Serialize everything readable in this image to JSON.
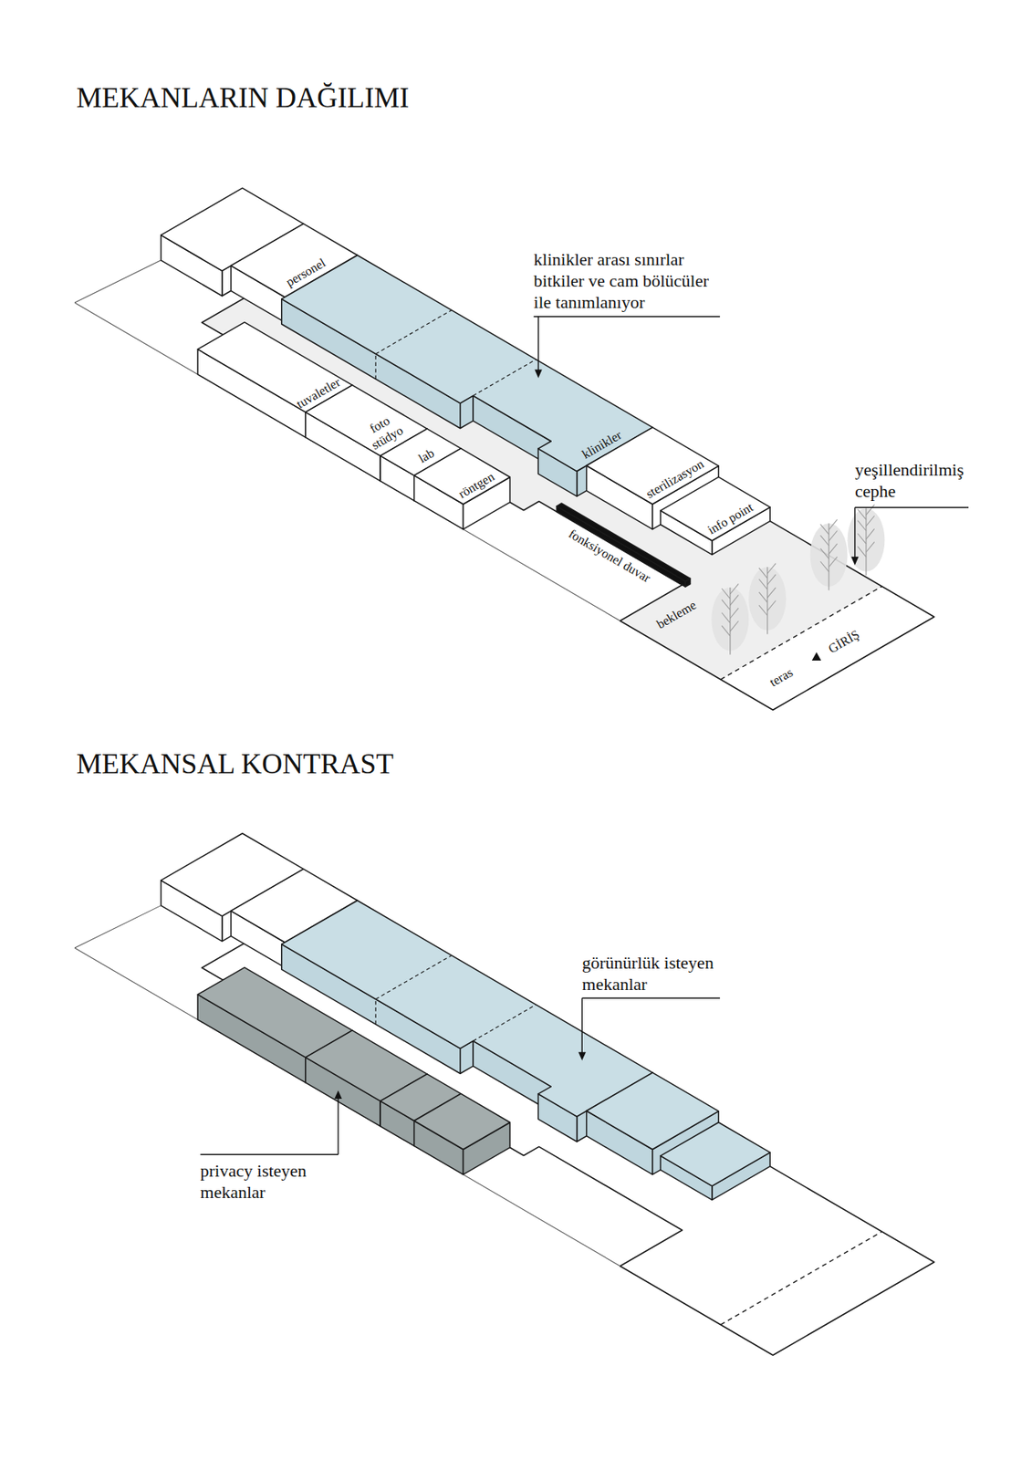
{
  "diagram": {
    "title": "MEKANLARIN DAĞILIMI",
    "labels": [
      "personel",
      "tuvaletler",
      "foto stüdyo",
      "lab",
      "röntgen",
      "klinikler",
      "sterilizasyon",
      "info point",
      "fonksiyonel duvar",
      "bekleme",
      "teras",
      "GİRİŞ",
      "klinikler arası sınırlar bitkiler ve cam bölücüler ile tanımlanıyor",
      "yeşillendirilmiş cephe",
      "MEKANSAL KONTRAST",
      "görünürlük isteyen mekanlar",
      "privacy isteyen mekanlar"
    ]
  }
}
